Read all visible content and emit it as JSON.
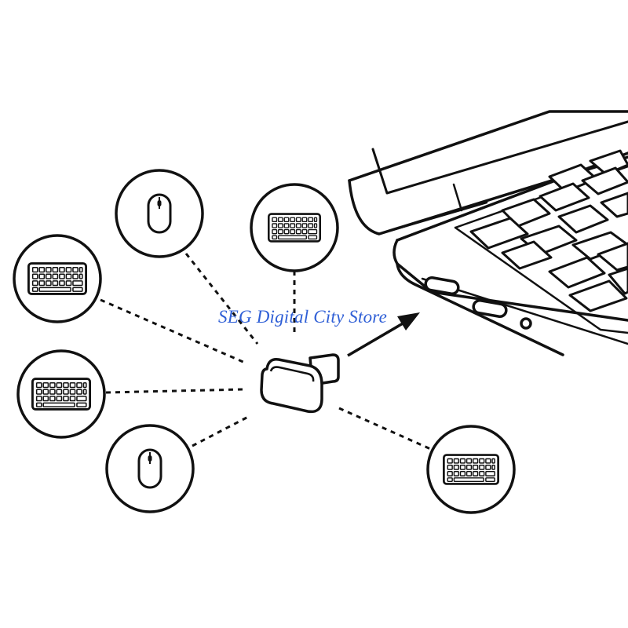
{
  "watermark": {
    "text": "SEG Digital City Store",
    "color": "#2f5fd6"
  },
  "devices": [
    {
      "id": "mouse-top",
      "icon": "mouse-icon"
    },
    {
      "id": "keyboard-top",
      "icon": "keyboard-icon"
    },
    {
      "id": "keyboard-left-upper",
      "icon": "keyboard-icon"
    },
    {
      "id": "keyboard-left-lower",
      "icon": "keyboard-icon"
    },
    {
      "id": "mouse-bottom",
      "icon": "mouse-icon"
    },
    {
      "id": "keyboard-right",
      "icon": "keyboard-icon"
    }
  ],
  "receiver": {
    "icon": "usb-c-receiver-icon"
  },
  "laptop": {
    "icon": "laptop-icon",
    "ports": [
      "usb-c-port-icon",
      "usb-c-port-icon",
      "audio-jack-icon"
    ]
  },
  "arrow": {
    "icon": "arrow-up-right-icon"
  },
  "colors": {
    "line": "#111111",
    "background": "#ffffff"
  }
}
